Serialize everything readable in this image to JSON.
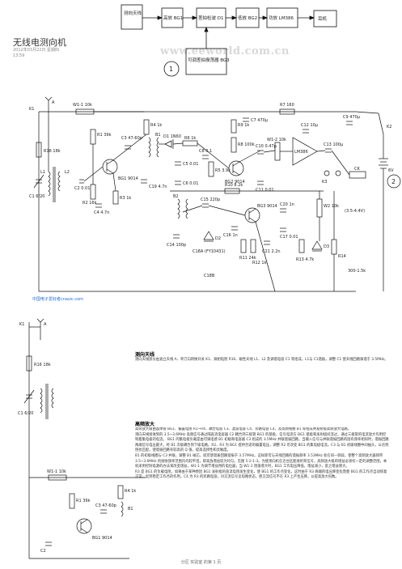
{
  "document": {
    "title": "无线电测向机",
    "date": "2012年03月22日 星期四",
    "time": "13:59",
    "watermark": "www.eeworld.com.cn",
    "source_note": "中国电子爱好者cnasic.com",
    "footer": "分区 实验室 的第 1 页"
  },
  "block_diagram": {
    "blocks": [
      "测向天线",
      "高放 BG1",
      "差拍检波 D1",
      "低放 BG2",
      "功放 LM386",
      "耳机"
    ],
    "aux_block": "可调差拍振荡器 BG3",
    "marker": "1"
  },
  "schematic": {
    "marker": "2",
    "labels": [
      "A",
      "K1",
      "W1-1 10k",
      "R16 18k",
      "C1 6/20",
      "L1",
      "L2",
      "C2 0.01",
      "R1 39k",
      "R2 16k",
      "C4 4.7n",
      "R3 1k",
      "BG1 9014",
      "C3 47-60p",
      "R4 1k",
      "B1",
      "D1 1N60",
      "C19 4.7n",
      "R6 1k",
      "C5 0.01",
      "C6 0.01",
      "C8 0.1",
      "R5 3.9k",
      "R9 1k",
      "R8 100k",
      "BG2 9014",
      "C10 0.47μ",
      "C11 0.01",
      "C7 470μ",
      "R7 160",
      "C12 10μ",
      "W1-2 10k",
      "LM386",
      "C13 100μ",
      "C9 470μ",
      "K2",
      "K3",
      "6V",
      "CK",
      "R10 8.2k",
      "B2",
      "C15 220p",
      "C14 100p",
      "C18A (FY10431)",
      "BG3 9014",
      "R11 24k",
      "R12 1k",
      "C16 1n",
      "C20 1n",
      "C17 0.01",
      "R13 4.7k",
      "R14",
      "D2",
      "C21 2.2n",
      "W2 10k",
      "D3",
      "(3.5-4.4V)",
      "300-1.5k",
      "C18B"
    ]
  },
  "schematic_small": {
    "labels": [
      "A",
      "K1",
      "R16 18k",
      "C1 6/20",
      "W1-1 10k",
      "R1 39k",
      "BG1 9014",
      "C3 47-60p",
      "R4 1k",
      "B1",
      "C2"
    ]
  },
  "section1": {
    "heading": "测向天线",
    "body": "测向天线部分由直立天线 A、单刀向转换开关 K1、调相电阻 R16、磁性天线 L1、L2 及调谐电容 C1 等组成，L1与 C1谐振，调整 C1 使天线回路调谐于 3.5MHz。"
  },
  "section2": {
    "heading": "高频放大",
    "body": "高频放大级由晶体管 BG1、偏置电阻 R1~R4、耦合电容 C3、滤波电容 C4、旁路电容 C4，及高频线圈 B1 等组成共发射极高频放大电路。\n测向天线接收到的 3.5~3.6MHz 高频信号通过隔直流电容器 C2 耦合到三极管 BG1 的基极，信号电流在 BG1 基极和发射极间流过，通过三极管的电流放大作用控制着集电极的电流。 BG1 的集电极负载是由可调电感 B1 初级和电容器 C3 组成的 3.5MHz 并联谐振回路，当输入信号与并联谐振回路的固有频率相同时，谐振回路两端信号电压最大，经 B1 次级耦合到下级电路。R2、R3 为 BG1 提供合适的偏置电压，调整 R2 可改变 BG1 的集电极电流。C3 与 B1 初级线圈中间抽头，以达到阻抗匹配，使谐振回路有较高的 Q 值，提高选择性和灵敏度。\nB1 的初级线圈与 C3 并联，调整 B1 磁芯，就可使谐振回路谐振于 3.57MHz。这样即可与天线回路的谐振频率 3.53MHz 处在同一频段，使整个高频放大器频带 3.5~3.6MHz 的接收频率范围内均较平坦，即高放增益较为均匀。见图 5-2-1-3。为使测向机在近台区能收听到信号，高频放大级的增益必须有一定的调整范围，本机采用控制电源的办法来改变增益，W1-1 为调节增益用的电位器，当 W1-1 阻值增大时，BG1 工作电压降低，增益减小，反之增益增大。\nR3 是 BG1 的负载电阻，如果由于某种原因 BG1 发射极的直流电阻发生变化，使 BG1 的工作点变化，这时由于 R3 两端的电压降变化而使 BG1 的工作点自动恢复正常，起到稳定工作点的作用。C4 为 R3 的旁路电容，对交流信号呈短路状态，使交流信号不在 R3 上产生压降，以提高放大倍数。"
  }
}
